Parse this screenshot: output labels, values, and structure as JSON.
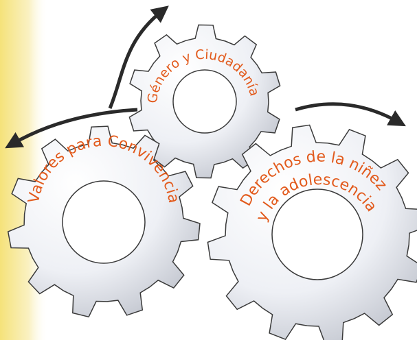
{
  "gears": [
    {
      "id": "genero",
      "label": "Género y Ciudadanía"
    },
    {
      "id": "valores",
      "label": "Valores para Convivencia"
    },
    {
      "id": "derechos",
      "label_line1": "Derechos de la niñez",
      "label_line2": "y la adolescencia"
    }
  ],
  "arrows": [
    {
      "id": "arrow-up",
      "direction": "up-right"
    },
    {
      "id": "arrow-left",
      "direction": "down-left"
    },
    {
      "id": "arrow-right",
      "direction": "right"
    }
  ],
  "colors": {
    "label": "#e25a1c",
    "arrow": "#2a2a2a",
    "gear_outline": "#3a3a3a",
    "gear_fill_light": "#ffffff",
    "gear_fill_shadow": "#b9bdc7",
    "background_band": "#f2e27a",
    "background": "#ffffff"
  }
}
